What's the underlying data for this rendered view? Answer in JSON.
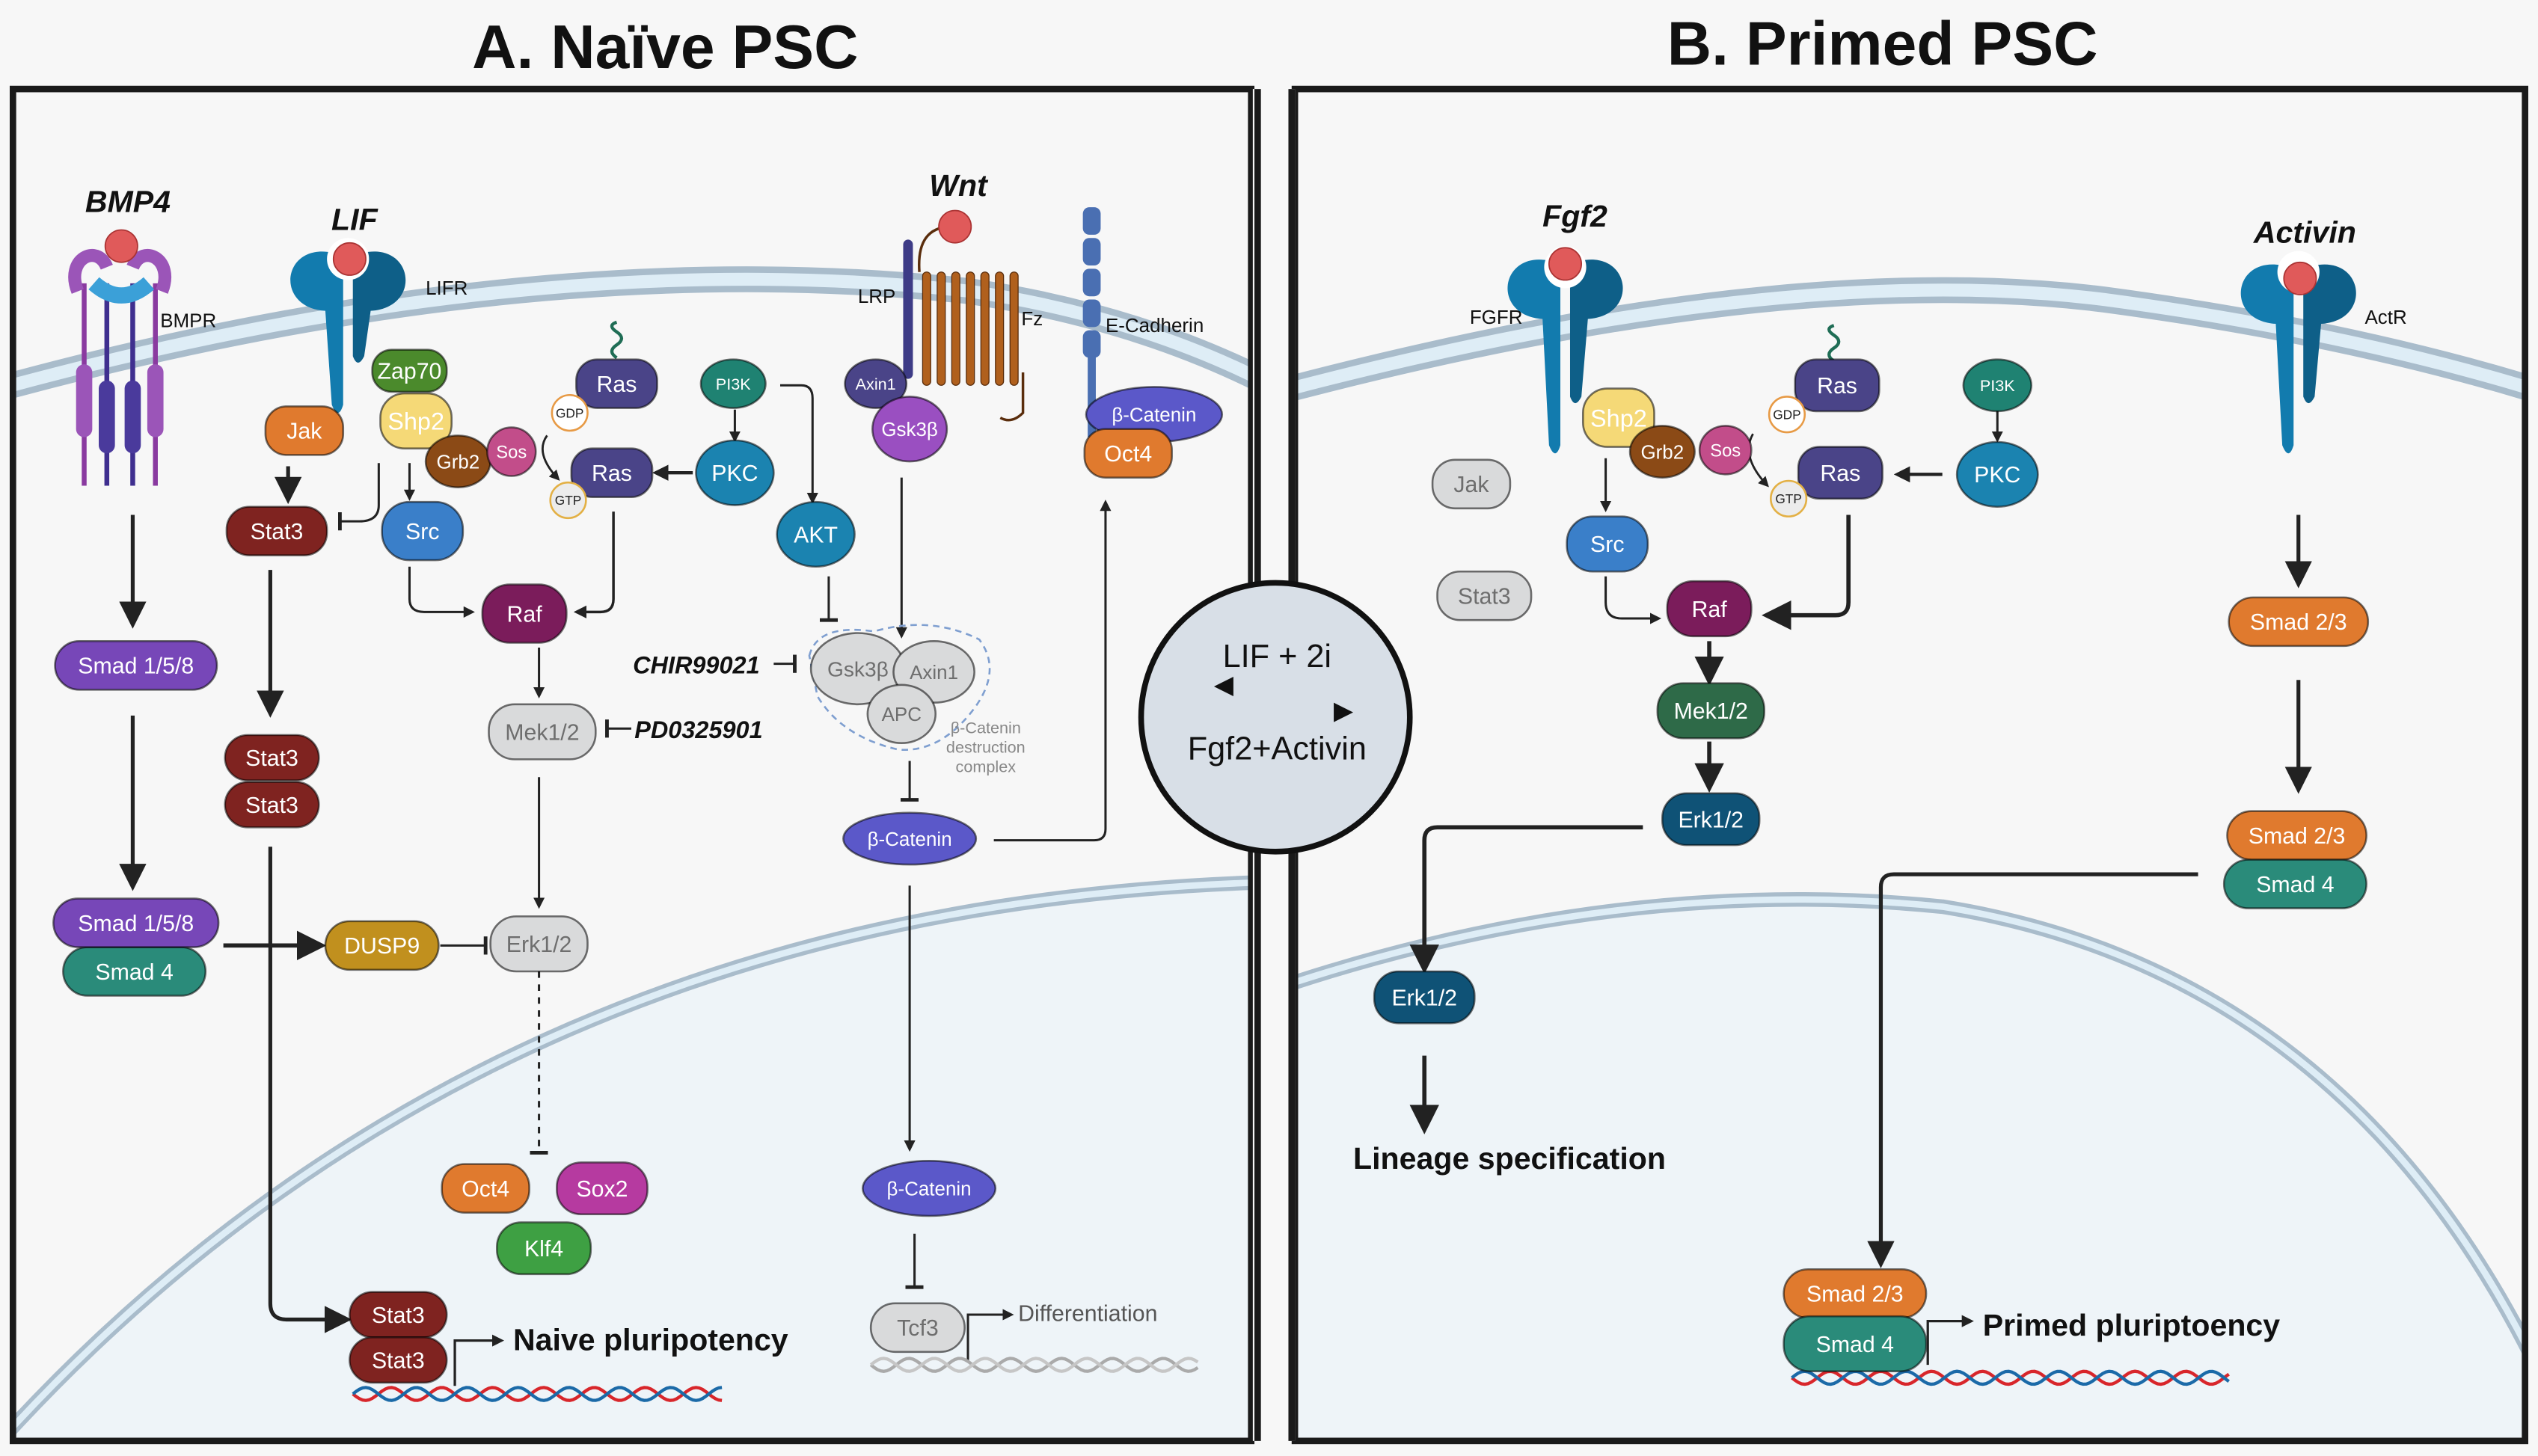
{
  "panels": {
    "naive": {
      "title": "A. Naïve PSC",
      "ligands": {
        "bmp4": "BMP4",
        "lif": "LIF",
        "wnt": "Wnt"
      },
      "receptors": {
        "bmpr": "BMPR",
        "lifr": "LIFR",
        "lrp": "LRP",
        "fz": "Fz",
        "ecad": "E-Cadherin"
      },
      "nodes": {
        "zap70": "Zap70",
        "shp2": "Shp2",
        "jak": "Jak",
        "grb2": "Grb2",
        "sos": "Sos",
        "ras_gdp": "Ras",
        "gdp": "GDP",
        "ras_gtp": "Ras",
        "gtp": "GTP",
        "pi3k": "PI3K",
        "pkc": "PKC",
        "akt": "AKT",
        "axin1": "Axin1",
        "gsk3b": "Gsk3β",
        "bcat_mem": "β-Catenin",
        "oct4_mem": "Oct4",
        "stat3": "Stat3",
        "src": "Src",
        "raf": "Raf",
        "mek": "Mek1/2",
        "erk": "Erk1/2",
        "smad158": "Smad 1/5/8",
        "smad158_b": "Smad 1/5/8",
        "smad4": "Smad 4",
        "stat3_d1": "Stat3",
        "stat3_d2": "Stat3",
        "dusp9": "DUSP9",
        "dc_gsk3b": "Gsk3β",
        "dc_axin1": "Axin1",
        "dc_apc": "APC",
        "bcat_cyto": "β-Catenin",
        "bcat_nuc": "β-Catenin",
        "tcf3": "Tcf3",
        "oct4": "Oct4",
        "sox2": "Sox2",
        "klf4": "Klf4",
        "stat3_n1": "Stat3",
        "stat3_n2": "Stat3"
      },
      "destruction_complex": [
        "β-Catenin",
        "destruction",
        "complex"
      ],
      "inhibitors": {
        "chir": "CHIR99021",
        "pd": "PD0325901"
      },
      "outcomes": {
        "naive": "Naive pluripotency",
        "diff": "Differentiation"
      }
    },
    "primed": {
      "title": "B. Primed PSC",
      "ligands": {
        "fgf2": "Fgf2",
        "activin": "Activin"
      },
      "receptors": {
        "fgfr": "FGFR",
        "actr": "ActR"
      },
      "nodes": {
        "shp2": "Shp2",
        "grb2": "Grb2",
        "sos": "Sos",
        "ras_gdp": "Ras",
        "gdp": "GDP",
        "ras_gtp": "Ras",
        "gtp": "GTP",
        "pi3k": "PI3K",
        "pkc": "PKC",
        "jak": "Jak",
        "stat3": "Stat3",
        "src": "Src",
        "raf": "Raf",
        "mek": "Mek1/2",
        "erk": "Erk1/2",
        "erk_nuc": "Erk1/2",
        "smad23": "Smad 2/3",
        "smad23_b": "Smad 2/3",
        "smad4": "Smad 4",
        "smad23_n": "Smad 2/3",
        "smad4_n": "Smad 4"
      },
      "outcomes": {
        "lineage": "Lineage specification",
        "primed": "Primed pluriptoency"
      }
    }
  },
  "transition": {
    "top": "LIF + 2i",
    "bottom": "Fgf2+Activin"
  },
  "colors": {
    "membrane": "#a9bccb",
    "membrane_fill": "#deedf6",
    "nucleus_fill": "#eef4f8",
    "receptor": "#127bae",
    "receptor_dark": "#0e5f88",
    "ligand": "#e05a5a",
    "stat3": "#7f2320",
    "jak": "#e07a2e",
    "zap70": "#4b8a2c",
    "shp2": "#f5d977",
    "grb2": "#8b4a16",
    "sos": "#c24d8a",
    "ras": "#4a4488",
    "pi3k": "#1f8272",
    "pkc": "#1b83b0",
    "src": "#3a7fc9",
    "raf": "#7b1c5b",
    "inactive": "#d9dadb",
    "smad158": "#7747b8",
    "smad4": "#2a8b7a",
    "dusp9": "#c1901e",
    "bcat": "#5b58c9",
    "axin1": "#4a4488",
    "gsk3b": "#9a4fc1",
    "oct4": "#e07a2e",
    "sox2": "#b63aa0",
    "klf4": "#3ea043",
    "mek_primed": "#2e6a48",
    "erk_primed": "#0f5276",
    "smad23": "#e07a2e",
    "fz": "#b0601d"
  }
}
